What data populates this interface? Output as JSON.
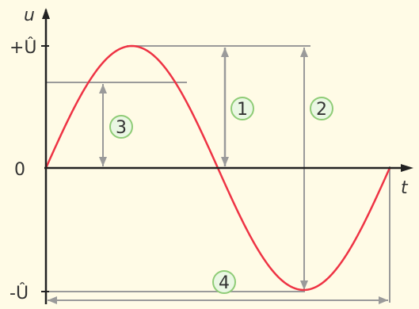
{
  "diagram": {
    "axis_labels": {
      "y": "u",
      "x": "t"
    },
    "tick_labels": {
      "top": "+Û",
      "zero": "0",
      "bottom": "-Û"
    },
    "markers": [
      {
        "id": "1",
        "meaning_hint": "amplitude"
      },
      {
        "id": "2",
        "meaning_hint": "peak-to-peak"
      },
      {
        "id": "3",
        "meaning_hint": "instantaneous value"
      },
      {
        "id": "4",
        "meaning_hint": "period"
      }
    ],
    "colors": {
      "background": "#fffbe6",
      "curve": "#ee3344",
      "axes": "#222222",
      "guides": "#999999",
      "marker_fill": "#eaf7e3",
      "marker_stroke": "#8fcc77"
    }
  }
}
